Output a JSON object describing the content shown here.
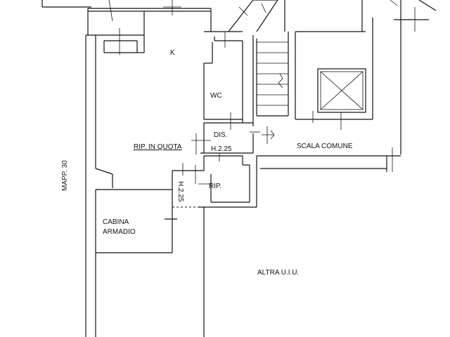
{
  "labels": {
    "kitchen": "K",
    "wc": "WC",
    "disimpegno": "DIS.",
    "rip_in_quota": "RIP. IN QUOTA",
    "height_1": "H.2.25",
    "height_2": "H.2.25",
    "ripostiglio": "RIP.",
    "scala_comune": "SCALA COMUNE",
    "cabina": "CABINA",
    "armadio": "ARMADIO",
    "mappale": "MAPP. 30",
    "altra": "ALTRA U.I.U."
  }
}
